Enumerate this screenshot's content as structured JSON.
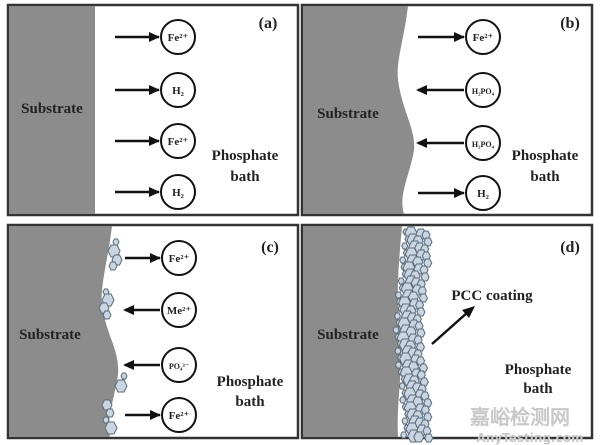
{
  "panels": {
    "a": {
      "label": "(a)",
      "substrate": "Substrate",
      "bath1": "Phosphate",
      "bath2": "bath",
      "ions": [
        {
          "text": "Fe²⁺",
          "dir": "out"
        },
        {
          "text": "H₂",
          "dir": "out"
        },
        {
          "text": "Fe²⁺",
          "dir": "out"
        },
        {
          "text": "H₂",
          "dir": "out"
        }
      ]
    },
    "b": {
      "label": "(b)",
      "substrate": "Substrate",
      "bath1": "Phosphate",
      "bath2": "bath",
      "ions": [
        {
          "text": "Fe²⁺",
          "dir": "out"
        },
        {
          "text": "H₂PO₄",
          "dir": "in"
        },
        {
          "text": "H₂PO₄",
          "dir": "in"
        },
        {
          "text": "H₂",
          "dir": "out"
        }
      ]
    },
    "c": {
      "label": "(c)",
      "substrate": "Substrate",
      "bath1": "Phosphate",
      "bath2": "bath",
      "ions": [
        {
          "text": "Fe²⁺",
          "dir": "out"
        },
        {
          "text": "Me²⁺",
          "dir": "in"
        },
        {
          "text": "PO₄³⁻",
          "dir": "in"
        },
        {
          "text": "Fe²⁺",
          "dir": "out"
        }
      ]
    },
    "d": {
      "label": "(d)",
      "substrate": "Substrate",
      "coating": "PCC coating",
      "bath1": "Phosphate",
      "bath2": "bath"
    }
  },
  "watermark": {
    "cn": "嘉峪检测网",
    "en": "AnyTesting.com"
  },
  "colors": {
    "substrate": "#8c8c8c",
    "crystal": "#c9d6e2"
  }
}
